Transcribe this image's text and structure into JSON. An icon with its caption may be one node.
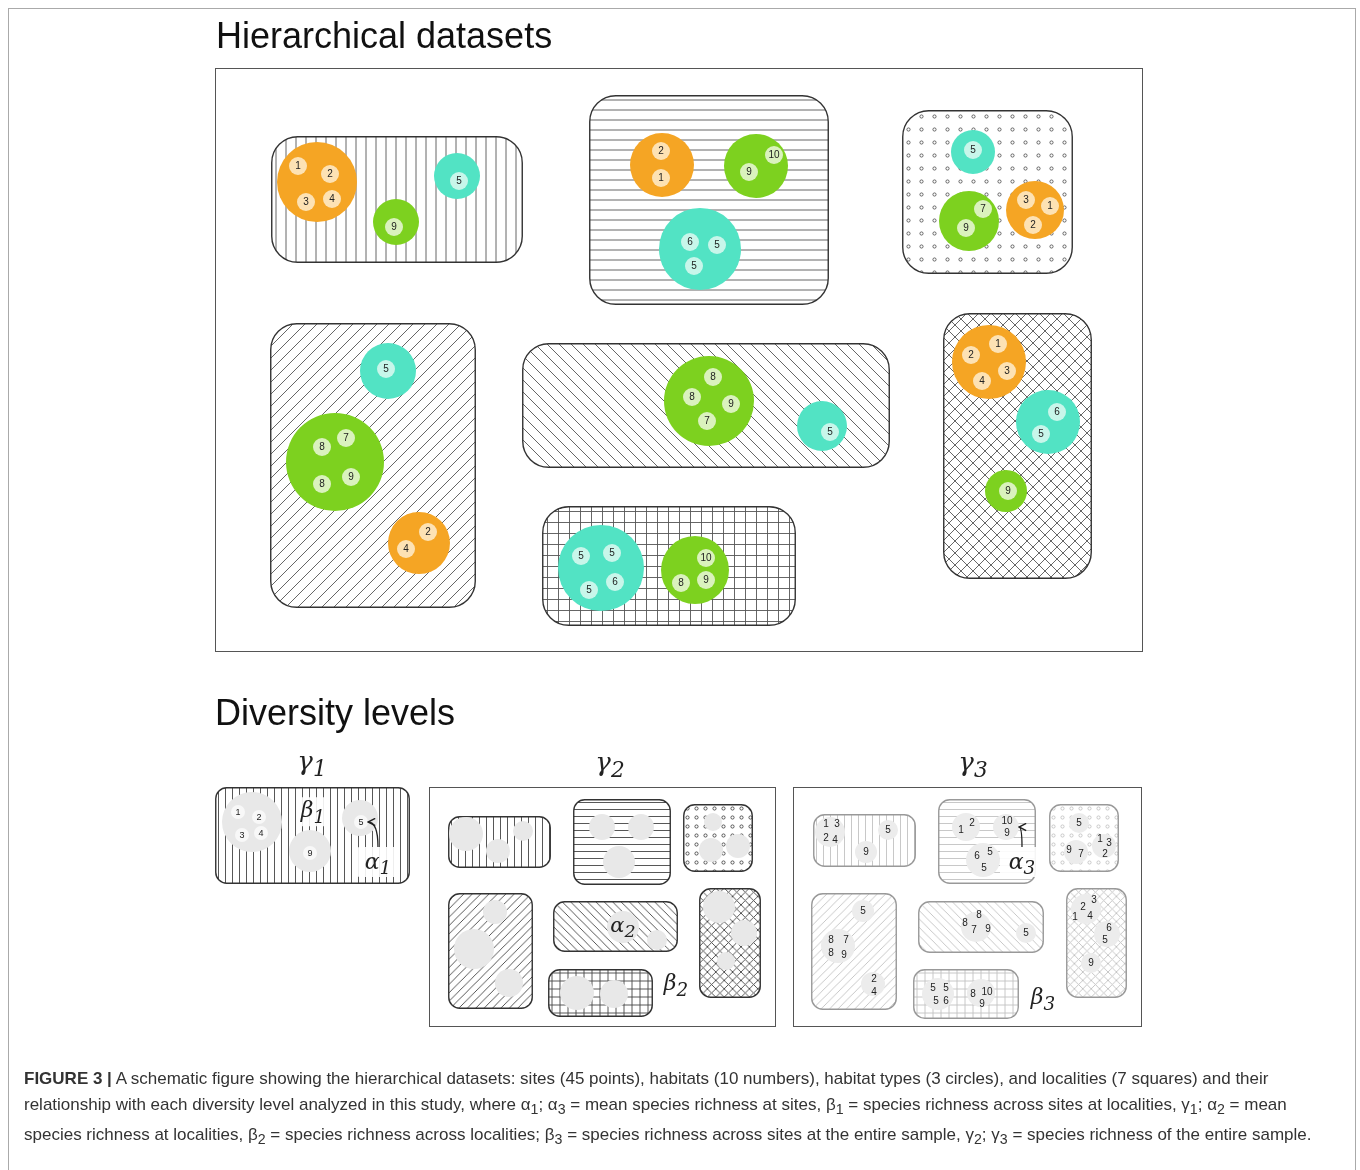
{
  "diagram": {
    "caption": "**FIGURE 3 |** A schematic figure showing the hierarchical datasets: sites (45 points), habitats (10 numbers), habitat types (3 circles), and localities (7 squares) and their relationship with each diversity level analyzed in this study, where α$_{1}$; α$_{3}$ = mean species richness at sites, β$_{1}$ = species richness across sites at localities, γ$_{1}$; α$_{2}$ = mean species richness at localities, β$_{2}$ = species richness across localities; β$_{3}$ = species richness across sites at the entire sample, γ$_{2}$; γ$_{3}$ = species richness of the entire sample.",
    "nodes": [
      {
        "text": [
          "Hierarchical datasets"
        ]
      },
      {
        "text": [],
        "shape": "box",
        "in": 0
      },
      {
        "text": [],
        "shape": "circle",
        "in": 1
      },
      {
        "text": [
          "1"
        ],
        "in": 2
      },
      {
        "text": [
          "2"
        ],
        "in": 2
      },
      {
        "text": [
          "3"
        ],
        "in": 2
      },
      {
        "text": [
          "4"
        ],
        "in": 2
      },
      {
        "text": [],
        "shape": "circle",
        "in": 1
      },
      {
        "text": [
          "5"
        ],
        "in": 7
      },
      {
        "text": [],
        "shape": "circle",
        "in": 1
      },
      {
        "text": [
          "9"
        ],
        "in": 9
      },
      {
        "text": [],
        "shape": "box",
        "in": 0
      },
      {
        "text": [],
        "shape": "circle",
        "in": 11
      },
      {
        "text": [
          "2"
        ],
        "in": 12
      },
      {
        "text": [
          "1"
        ],
        "in": 12
      },
      {
        "text": [],
        "shape": "circle",
        "in": 11
      },
      {
        "text": [
          "10"
        ],
        "in": 15
      },
      {
        "text": [
          "9"
        ],
        "in": 15
      },
      {
        "text": [],
        "shape": "circle",
        "in": 11
      },
      {
        "text": [
          "6"
        ],
        "in": 18
      },
      {
        "text": [
          "5"
        ],
        "in": 18
      },
      {
        "text": [
          "5"
        ],
        "in": 18
      },
      {
        "text": [],
        "shape": "box",
        "in": 0
      },
      {
        "text": [],
        "shape": "circle",
        "in": 22
      },
      {
        "text": [
          "5"
        ],
        "in": 23
      },
      {
        "text": [],
        "shape": "circle",
        "in": 22
      },
      {
        "text": [
          "7"
        ],
        "in": 25
      },
      {
        "text": [
          "9"
        ],
        "in": 25
      },
      {
        "text": [],
        "shape": "circle",
        "in": 22
      },
      {
        "text": [
          "3"
        ],
        "in": 28
      },
      {
        "text": [
          "1"
        ],
        "in": 28
      },
      {
        "text": [
          "2"
        ],
        "in": 28
      },
      {
        "text": [],
        "shape": "box",
        "in": 0
      },
      {
        "text": [],
        "shape": "circle",
        "in": 32
      },
      {
        "text": [
          "5"
        ],
        "in": 33
      },
      {
        "text": [],
        "shape": "circle",
        "in": 32
      },
      {
        "text": [
          "8"
        ],
        "in": 35
      },
      {
        "text": [
          "7"
        ],
        "in": 35
      },
      {
        "text": [
          "8"
        ],
        "in": 35
      },
      {
        "text": [
          "9"
        ],
        "in": 35
      },
      {
        "text": [],
        "shape": "circle",
        "in": 32
      },
      {
        "text": [
          "2"
        ],
        "in": 40
      },
      {
        "text": [
          "4"
        ],
        "in": 40
      },
      {
        "text": [],
        "shape": "box",
        "in": 0
      },
      {
        "text": [],
        "shape": "circle",
        "in": 43
      },
      {
        "text": [
          "8"
        ],
        "in": 44
      },
      {
        "text": [
          "8"
        ],
        "in": 44
      },
      {
        "text": [
          "9"
        ],
        "in": 44
      },
      {
        "text": [
          "7"
        ],
        "in": 44
      },
      {
        "text": [],
        "shape": "circle",
        "in": 43
      },
      {
        "text": [
          "5"
        ],
        "in": 49
      },
      {
        "text": [],
        "shape": "box",
        "in": 0
      },
      {
        "text": [],
        "shape": "circle",
        "in": 51
      },
      {
        "text": [
          "1"
        ],
        "in": 52
      },
      {
        "text": [
          "2"
        ],
        "in": 52
      },
      {
        "text": [
          "3"
        ],
        "in": 52
      },
      {
        "text": [
          "4"
        ],
        "in": 52
      },
      {
        "text": [],
        "shape": "circle",
        "in": 51
      },
      {
        "text": [
          "6"
        ],
        "in": 57
      },
      {
        "text": [
          "5"
        ],
        "in": 57
      },
      {
        "text": [],
        "shape": "circle",
        "in": 51
      },
      {
        "text": [
          "9"
        ],
        "in": 60
      },
      {
        "text": [],
        "shape": "box",
        "in": 0
      },
      {
        "text": [],
        "shape": "circle",
        "in": 62
      },
      {
        "text": [
          "5"
        ],
        "in": 63
      },
      {
        "text": [
          "5"
        ],
        "in": 63
      },
      {
        "text": [
          "6"
        ],
        "in": 63
      },
      {
        "text": [
          "5"
        ],
        "in": 63
      },
      {
        "text": [],
        "shape": "circle",
        "in": 62
      },
      {
        "text": [
          "10"
        ],
        "in": 68
      },
      {
        "text": [
          "8"
        ],
        "in": 68
      },
      {
        "text": [
          "9"
        ],
        "in": 68
      },
      {
        "text": [
          "γ$_{1}$"
        ]
      },
      {
        "text": [],
        "shape": "circle",
        "in": 72
      },
      {
        "text": [
          "1"
        ],
        "in": 73
      },
      {
        "text": [
          "2"
        ],
        "in": 73
      },
      {
        "text": [
          "3"
        ],
        "in": 73
      },
      {
        "text": [
          "4"
        ],
        "in": 73
      },
      {
        "text": [],
        "shape": "circle",
        "in": 72
      },
      {
        "text": [
          "9"
        ],
        "in": 78
      },
      {
        "text": [],
        "shape": "circle",
        "in": 72
      },
      {
        "text": [
          "5"
        ],
        "in": 80
      },
      {
        "text": [
          "α$_{1}$"
        ],
        "in": 72
      },
      {
        "text": [
          "γ$_{2}$"
        ]
      },
      {
        "text": [],
        "shape": "box",
        "in": 83
      },
      {
        "text": [],
        "shape": "circle",
        "in": 84
      },
      {
        "text": [],
        "shape": "circle",
        "in": 84
      },
      {
        "text": [],
        "shape": "circle",
        "in": 84
      },
      {
        "text": [],
        "shape": "box",
        "in": 83
      },
      {
        "text": [],
        "shape": "circle",
        "in": 88
      },
      {
        "text": [],
        "shape": "circle",
        "in": 88
      },
      {
        "text": [],
        "shape": "circle",
        "in": 88
      },
      {
        "text": [],
        "shape": "box",
        "in": 83
      },
      {
        "text": [],
        "shape": "circle",
        "in": 92
      },
      {
        "text": [],
        "shape": "circle",
        "in": 92
      },
      {
        "text": [],
        "shape": "circle",
        "in": 92
      },
      {
        "text": [],
        "shape": "box",
        "in": 83
      },
      {
        "text": [],
        "shape": "circle",
        "in": 96
      },
      {
        "text": [],
        "shape": "circle",
        "in": 96
      },
      {
        "text": [],
        "shape": "circle",
        "in": 96
      },
      {
        "text": [],
        "shape": "box",
        "in": 83
      },
      {
        "text": [
          "α$_{2}$"
        ],
        "in": 100
      },
      {
        "text": [],
        "shape": "circle",
        "in": 100
      },
      {
        "text": [],
        "shape": "box",
        "in": 83
      },
      {
        "text": [],
        "shape": "circle",
        "in": 103
      },
      {
        "text": [],
        "shape": "circle",
        "in": 103
      },
      {
        "text": [],
        "shape": "circle",
        "in": 103
      },
      {
        "text": [],
        "shape": "box",
        "in": 83
      },
      {
        "text": [],
        "shape": "circle",
        "in": 107
      },
      {
        "text": [],
        "shape": "circle",
        "in": 107
      },
      {
        "text": [
          "γ$_{3}$"
        ]
      },
      {
        "text": [],
        "shape": "box",
        "in": 110
      },
      {
        "text": [
          "1",
          "3",
          "2",
          "4"
        ],
        "in": 111
      },
      {
        "text": [
          "5"
        ],
        "in": 111
      },
      {
        "text": [
          "9"
        ],
        "in": 111
      },
      {
        "text": [],
        "shape": "box",
        "in": 110
      },
      {
        "text": [
          "1",
          "2"
        ],
        "in": 115
      },
      {
        "text": [
          "10",
          "9"
        ],
        "in": 115
      },
      {
        "text": [
          "6",
          "5",
          "5"
        ],
        "in": 115
      },
      {
        "text": [
          "α$_{3}$"
        ],
        "in": 115
      },
      {
        "text": [],
        "shape": "box",
        "in": 110
      },
      {
        "text": [
          "5"
        ],
        "in": 120
      },
      {
        "text": [
          "9",
          "7"
        ],
        "in": 120
      },
      {
        "text": [
          "1",
          "3",
          "2"
        ],
        "in": 120
      },
      {
        "text": [],
        "shape": "box",
        "in": 110
      },
      {
        "text": [
          "5"
        ],
        "in": 124
      },
      {
        "text": [
          "8",
          "7",
          "8",
          "9"
        ],
        "in": 124
      },
      {
        "text": [
          "2",
          "4"
        ],
        "in": 124
      },
      {
        "text": [],
        "shape": "box",
        "in": 110
      },
      {
        "text": [
          "8",
          "8",
          "7",
          "9"
        ],
        "in": 128
      },
      {
        "text": [
          "5"
        ],
        "in": 128
      },
      {
        "text": [],
        "shape": "box",
        "in": 110
      },
      {
        "text": [
          "3",
          "2",
          "1",
          "4"
        ],
        "in": 131
      },
      {
        "text": [
          "6",
          "5"
        ],
        "in": 131
      },
      {
        "text": [
          "9"
        ],
        "in": 131
      },
      {
        "text": [],
        "shape": "box",
        "in": 110
      },
      {
        "text": [
          "5",
          "5",
          "5",
          "6"
        ],
        "in": 135
      },
      {
        "text": [
          "8",
          "10",
          "9"
        ],
        "in": 135
      }
    ],
    "edges": [
      {
        "from": 82,
        "to": 81,
        "arrow": "to"
      },
      {
        "from": 119,
        "to": 117,
        "arrow": "to"
      }
    ],
    "labels": [
      "Diversity levels",
      "β$_{1}$",
      "β$_{2}$",
      "β$_{3}$"
    ]
  }
}
